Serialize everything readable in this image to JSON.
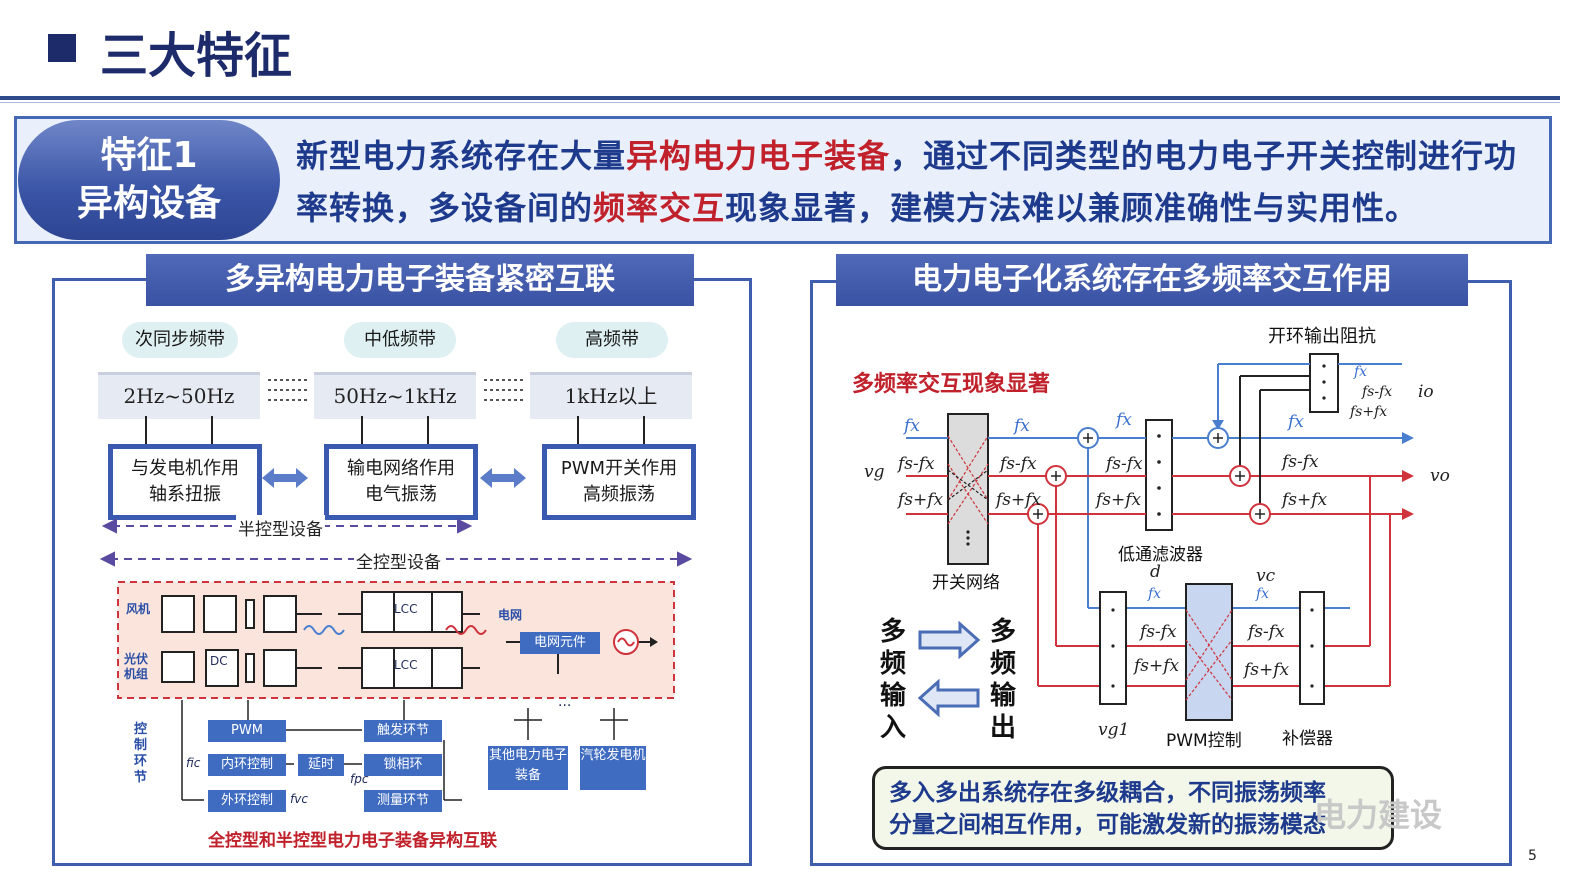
{
  "header": {
    "title": "三大特征"
  },
  "feature": {
    "badge_line1": "特征1",
    "badge_line2": "异构设备",
    "text_a": "新型电力系统存在大量",
    "text_b": "异构电力电子装备",
    "text_c": "，通过不同类型的电力电子开关控制进行功率转换，多设备间的",
    "text_d": "频率交互",
    "text_e": "现象显著，建模方法难以兼顾准确性与实用性。"
  },
  "left_panel": {
    "title": "多异构电力电子装备紧密互联",
    "bands": [
      {
        "name": "次同步频带",
        "range": "2Hz~50Hz",
        "effect1": "与发电机作用",
        "effect2": "轴系扭振"
      },
      {
        "name": "中低频带",
        "range": "50Hz~1kHz",
        "effect1": "输电网络作用",
        "effect2": "电气振荡"
      },
      {
        "name": "高频带",
        "range": "1kHz以上",
        "effect1": "PWM开关作用",
        "effect2": "高频振荡"
      }
    ],
    "semi_label": "半控型设备",
    "full_label": "全控型设备",
    "wind": "风机",
    "pv": "光伏机组",
    "grid": "电网",
    "grid_element": "电网元件",
    "lcc": "LCC",
    "dc": "DC",
    "control_label": "控制环节",
    "pwm": "PWM",
    "inner_loop": "内环控制",
    "outer_loop": "外环控制",
    "delay": "延时",
    "trigger": "触发环节",
    "pll": "锁相环",
    "measure": "测量环节",
    "other_device": "其他电力电子装备",
    "steam_gen": "汽轮发电机",
    "f_ic": "fic",
    "f_vc": "fvc",
    "f_pc": "fpc",
    "ellipsis": "···",
    "caption": "全控型和半控型电力电子装备异构互联"
  },
  "right_panel": {
    "title": "电力电子化系统存在多频率交互作用",
    "highlight": "多频率交互现象显著",
    "open_loop_impedance": "开环输出阻抗",
    "switch_network": "开关网络",
    "lowpass": "低通滤波器",
    "pwm_control": "PWM控制",
    "compensator": "补偿器",
    "vg": "vg",
    "vo": "vo",
    "io": "io",
    "vc": "vc",
    "vg1": "vg1",
    "d": "d",
    "fx": "fx",
    "fs_minus_fx": "fs-fx",
    "fs_plus_fx": "fs+fx",
    "multi_in": "多频输入",
    "multi_out": "多频输出",
    "note_line1": "多入多出系统存在多级耦合，不同振荡频率",
    "note_line2": "分量之间相互作用，可能激发新的振荡模态"
  },
  "watermark": "电力建设",
  "page_number": "5",
  "colors": {
    "navy": "#1d2b6b",
    "accent_red": "#c0212b",
    "blue": "#3f5fae",
    "signal_blue": "#4a7fd0",
    "signal_red": "#d0333c"
  }
}
